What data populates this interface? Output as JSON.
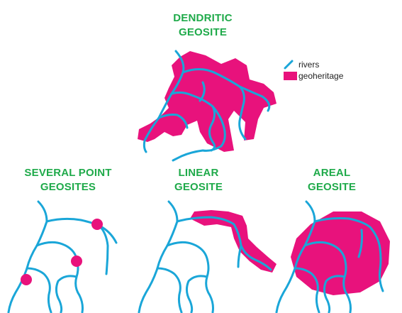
{
  "colors": {
    "river": "#1aa6d8",
    "geoheritage": "#e8127c",
    "title": "#1faa4a",
    "background": "#ffffff"
  },
  "legend": {
    "rivers": "rivers",
    "geoheritage": "geoheritage"
  },
  "panels": {
    "dendritic": {
      "title_line1": "DENDRITIC",
      "title_line2": "GEOSITE"
    },
    "point": {
      "title_line1": "SEVERAL POINT",
      "title_line2": "GEOSITES"
    },
    "linear": {
      "title_line1": "LINEAR",
      "title_line2": "GEOSITE"
    },
    "areal": {
      "title_line1": "AREAL",
      "title_line2": "GEOSITE"
    }
  }
}
